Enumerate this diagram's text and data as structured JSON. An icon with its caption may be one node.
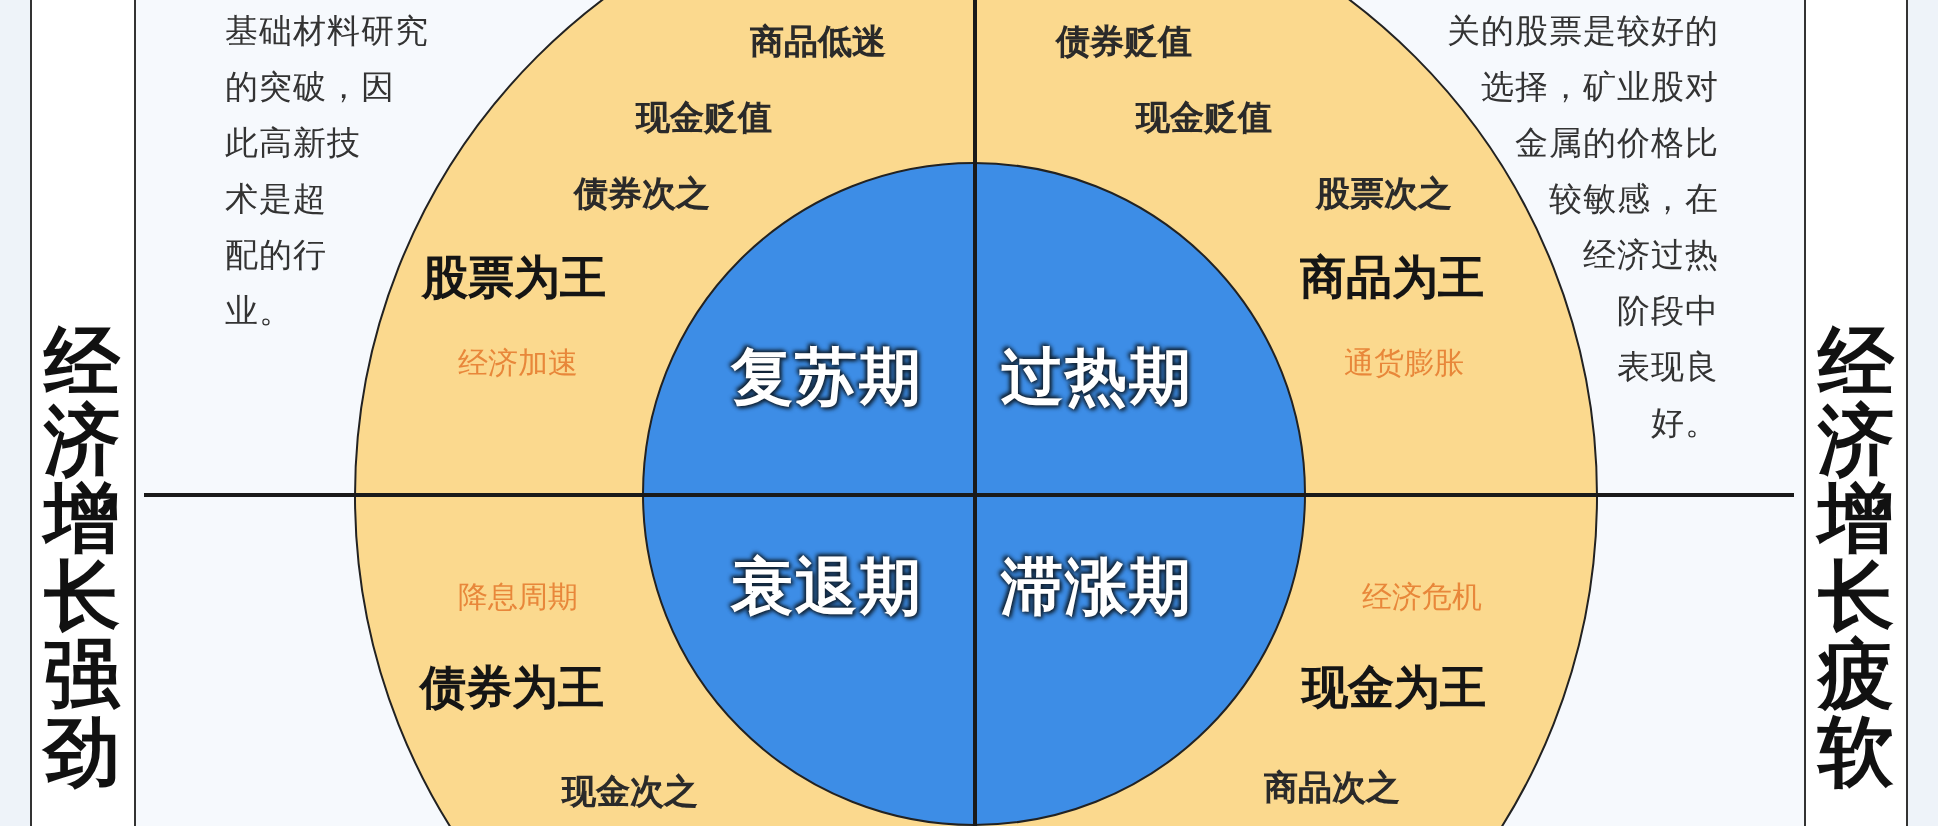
{
  "diagram": {
    "nodes": [
      {
        "text": [
          "经济增长强劲"
        ]
      },
      {
        "text": [
          "经济增长疲软"
        ]
      },
      {
        "text": [
          "商品低迷",
          "现金贬值",
          "债券次之",
          "股票为王",
          "经济加速",
          "债券贬值",
          "现金贬值",
          "股票次之",
          "商品为王",
          "通货膨胀",
          "降息周期",
          "债券为王",
          "现金次之",
          "经济危机",
          "现金为王",
          "商品次之"
        ]
      },
      {
        "text": [
          "复苏期",
          "过热期",
          "衰退期",
          "滞涨期"
        ],
        "in": 2
      }
    ],
    "edges": [],
    "labels": [
      "基础材料研究的突破，因此高新技术是超配的行业。",
      "关的股票是较好的选择，矿业股对金属的价格比较敏感，在经济过热阶段中表现良好。"
    ]
  }
}
